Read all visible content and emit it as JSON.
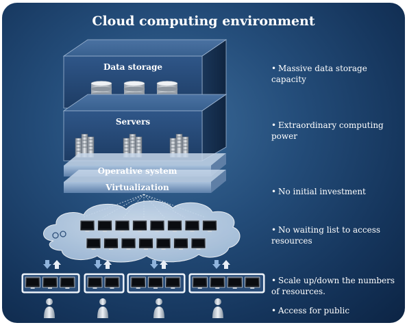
{
  "title": "Cloud computing environment",
  "stack": {
    "data_storage": "Data storage",
    "servers": "Servers",
    "operative_system": "Operative system",
    "virtualization": "Virtualization"
  },
  "bullets": [
    {
      "symbol": "•",
      "text": "Massive data storage capacity"
    },
    {
      "symbol": "•",
      "text": "Extraordinary computing power"
    },
    {
      "symbol": "•",
      "text": "No initial investment"
    },
    {
      "symbol": "•",
      "text": "No waiting list to access resources"
    },
    {
      "symbol": "•",
      "text": "Scale up/down the numbers of resources."
    },
    {
      "symbol": "•",
      "text": "Access for public"
    }
  ],
  "colors": {
    "background_dark": "#0c2444",
    "background_light": "#3c6b99",
    "box_front": "#2c4e78",
    "box_top": "#3a5f8e",
    "layer": "#6d8fb6",
    "cloud": "#c9dbee",
    "text": "#ffffff"
  }
}
